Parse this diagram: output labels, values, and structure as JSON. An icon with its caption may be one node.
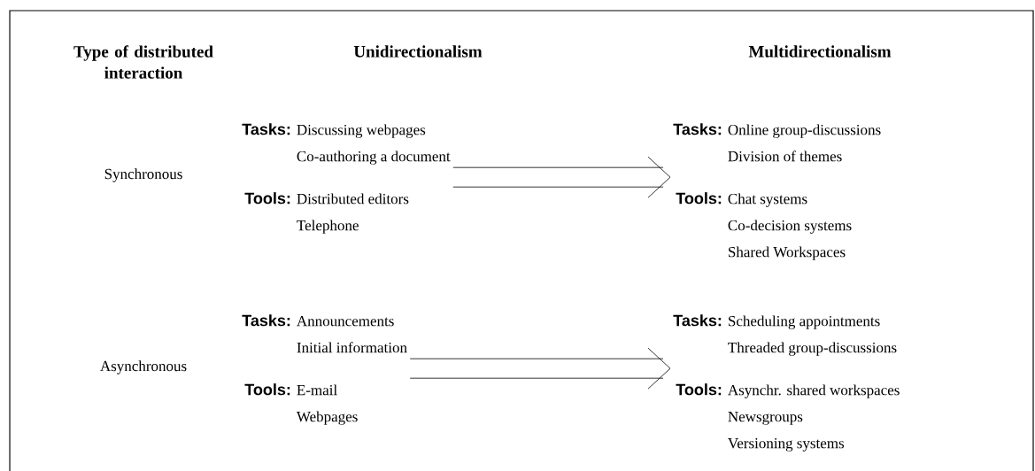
{
  "diagram": {
    "nodes": [
      {
        "text": [
          "Tasks:",
          "Discussing webpages",
          "Co-authoring a document",
          "Tools:",
          "Distributed editors",
          "Telephone"
        ]
      },
      {
        "text": [
          "Tasks:",
          "Online group-discussions",
          "Division of themes",
          "Tools:",
          "Chat systems",
          "Co-decision systems",
          "Shared Workspaces"
        ]
      },
      {
        "text": [
          "Tasks:",
          "Announcements",
          "Initial information",
          "Tools:",
          "E-mail",
          "Webpages"
        ]
      },
      {
        "text": [
          "Tasks:",
          "Scheduling appointments",
          "Threaded group-discussions",
          "Tools:",
          "Asynchr. shared workspaces",
          "Newsgroups",
          "Versioning systems"
        ]
      }
    ],
    "edges": [
      {
        "from": 0,
        "to": 1,
        "arrow": "to"
      },
      {
        "from": 2,
        "to": 3,
        "arrow": "to"
      }
    ],
    "labels": [
      "Type of distributed interaction",
      "Unidirectionalism",
      "Multidirectionalism",
      "Synchronous",
      "Asynchronous"
    ]
  }
}
